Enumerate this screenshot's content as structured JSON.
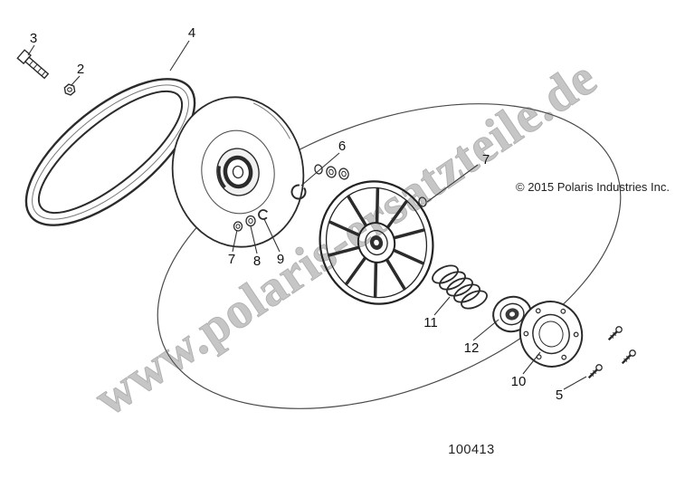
{
  "watermark": {
    "text": "www.polaris-ersatzteile.de"
  },
  "copyright": {
    "text": "© 2015 Polaris Industries Inc."
  },
  "figure": {
    "number": "100413"
  },
  "callouts": {
    "c3": "3",
    "c2": "2",
    "c4": "4",
    "c6": "6",
    "c7a": "7",
    "c8": "8",
    "c9": "9",
    "c7b": "7",
    "c11": "11",
    "c12": "12",
    "c10": "10",
    "c5": "5"
  },
  "colors": {
    "line": "#2b2b2b",
    "watermark": "#c6c6c6",
    "text": "#111111"
  }
}
